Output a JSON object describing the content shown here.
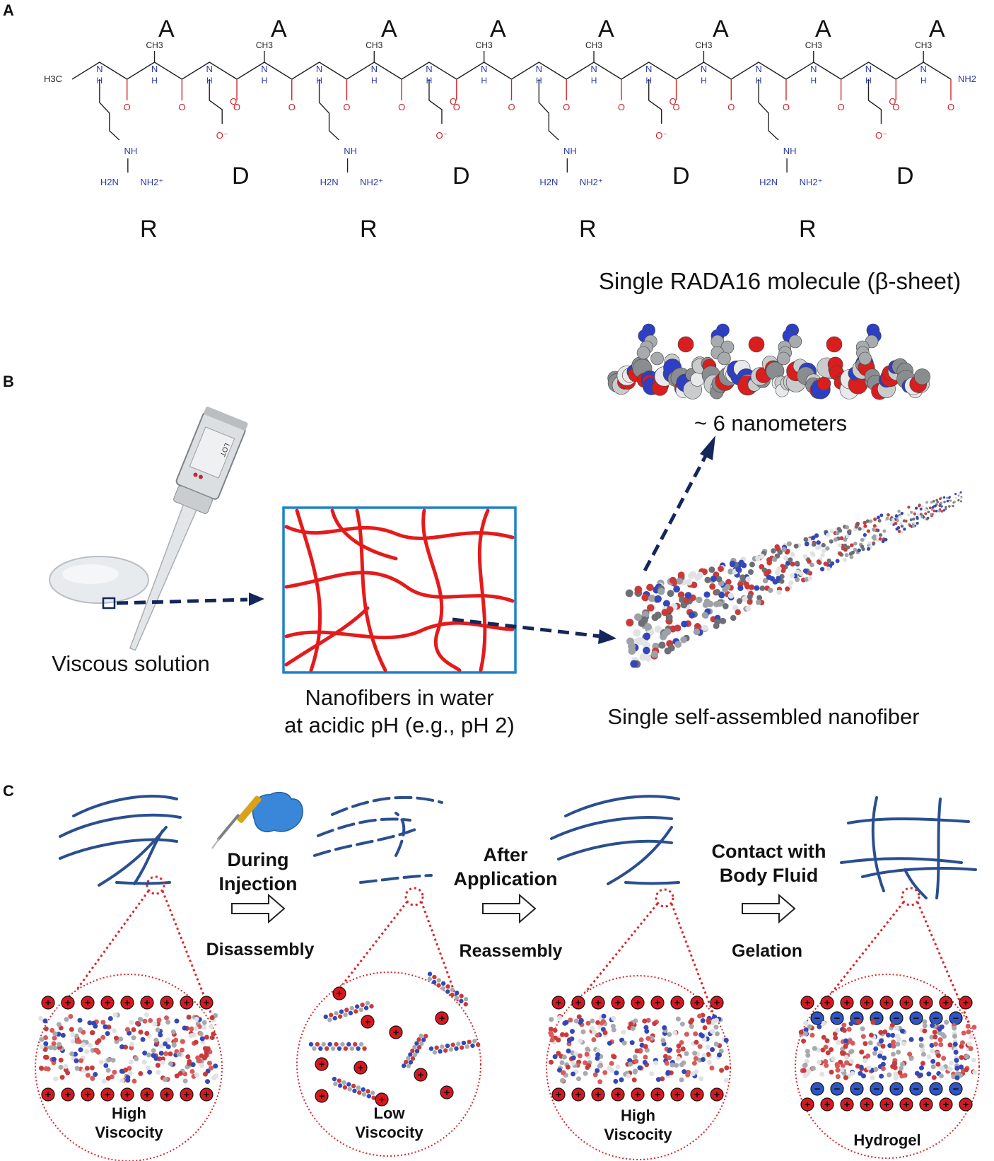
{
  "panels": {
    "a": "A",
    "b": "B",
    "c": "C"
  },
  "panel_a": {
    "top_letters": [
      "A",
      "A",
      "A",
      "A",
      "A",
      "A",
      "A",
      "A"
    ],
    "d_letters": [
      "D",
      "D",
      "D",
      "D"
    ],
    "r_letters": [
      "R",
      "R",
      "R",
      "R"
    ],
    "chem": {
      "n_terminus": "H3C",
      "c_terminus": "NH2",
      "amide_nh": "H",
      "n_label": "N",
      "nh_label": "NH",
      "oxygen": "O",
      "carboxylate": "O⁻",
      "methyl": "CH3",
      "guan_left": "H2N",
      "guan_right": "NH2⁺"
    }
  },
  "panel_b": {
    "molecule_title": "Single RADA16 molecule (β-sheet)",
    "length_label": "~ 6 nanometers",
    "viscous_label": "Viscous solution",
    "nanofiber_water_line1": "Nanofibers in water",
    "nanofiber_water_line2": "at acidic pH (e.g., pH 2)",
    "single_fiber_label": "Single self-assembled nanofiber",
    "device_label": "LOT"
  },
  "panel_c": {
    "step1_line1": "During",
    "step1_line2": "Injection",
    "step1_sub": "Disassembly",
    "step2_line1": "After",
    "step2_line2": "Application",
    "step2_sub": "Reassembly",
    "step3_line1": "Contact with",
    "step3_line2": "Body Fluid",
    "step3_sub": "Gelation",
    "state1_line1": "High",
    "state1_line2": "Viscocity",
    "state2_line1": "Low",
    "state2_line2": "Viscocity",
    "state3_line1": "High",
    "state3_line2": "Viscocity",
    "state4": "Hydrogel",
    "plus": "+",
    "minus": "−"
  },
  "colors": {
    "fiber_blue": "#2a4f8f",
    "nanofiber_red": "#e41b1b",
    "arrow_navy": "#13275a",
    "charge_red": "#d6171f",
    "charge_blue": "#2f55c4",
    "box_blue": "#1e82c8",
    "zoom_red": "#d8262a"
  }
}
